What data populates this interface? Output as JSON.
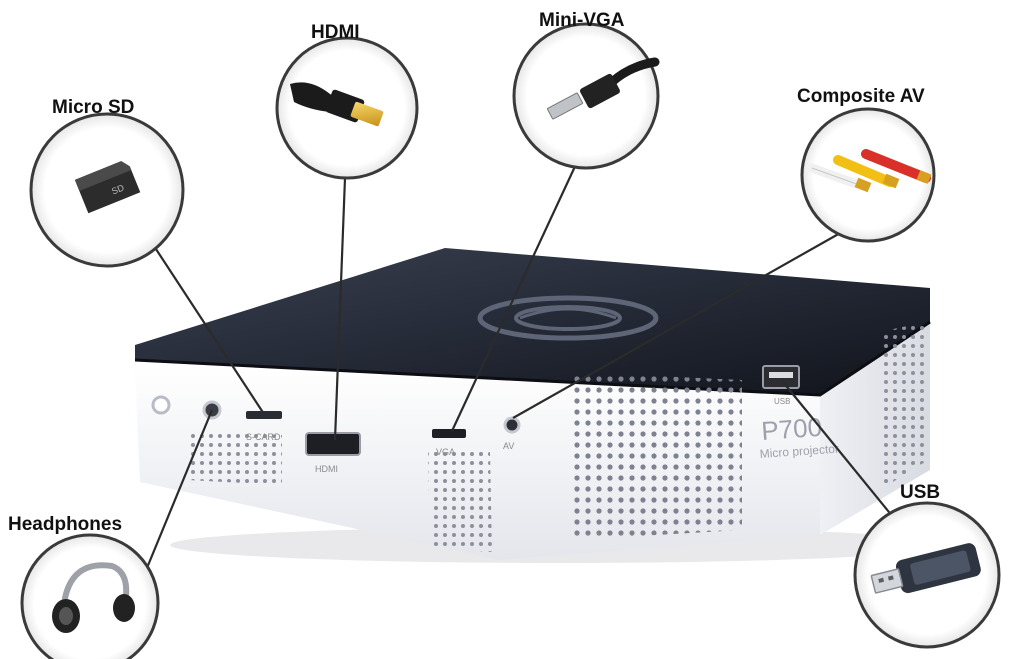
{
  "callouts": {
    "hdmi": "HDMI",
    "mini_vga": "Mini-VGA",
    "micro_sd": "Micro SD",
    "composite_av": "Composite AV",
    "usb": "USB",
    "headphones": "Headphones"
  },
  "device": {
    "model": "P700",
    "subtitle": "Micro projector",
    "port_labels": {
      "sd": "S-CARD",
      "hdmi": "HDMI",
      "vga": "VGA",
      "av": "AV",
      "usb": "USB"
    }
  },
  "colors": {
    "projector_top": "#252a37",
    "projector_body": "#f4f5f8",
    "callout_ring": "#3a3a3a",
    "leader_line": "#2b2b2b",
    "hdmi_gold": "#e8b626",
    "av_yellow": "#f2c014",
    "av_red": "#d9302a"
  }
}
